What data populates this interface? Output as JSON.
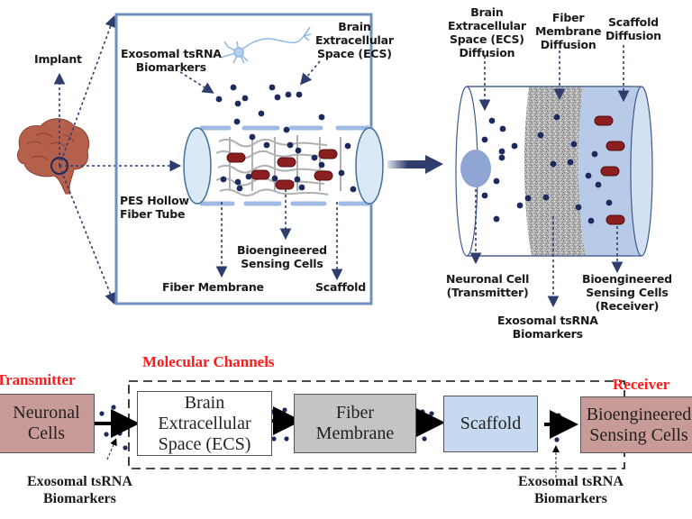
{
  "top_left_panel": {
    "implant_label": "Implant",
    "exosomal_label_line1": "Exosomal tsRNA",
    "exosomal_label_line2": "Biomarkers",
    "ecs_label_line1": "Brain",
    "ecs_label_line2": "Extracellular",
    "ecs_label_line3": "Space (ECS)",
    "pes_label_line1": "PES Hollow",
    "pes_label_line2": "Fiber Tube",
    "sensing_label_line1": "Bioengineered",
    "sensing_label_line2": "Sensing Cells",
    "fiber_membrane_label": "Fiber Membrane",
    "scaffold_label": "Scaffold"
  },
  "top_right_panel": {
    "ecs_diffusion_line1": "Brain",
    "ecs_diffusion_line2": "Extracellular",
    "ecs_diffusion_line3": "Space (ECS)",
    "ecs_diffusion_line4": "Diffusion",
    "fiber_diffusion_line1": "Fiber",
    "fiber_diffusion_line2": "Membrane",
    "fiber_diffusion_line3": "Diffusion",
    "scaffold_diffusion_line1": "Scaffold",
    "scaffold_diffusion_line2": "Diffusion",
    "neuronal_cell_line1": "Neuronal Cell",
    "neuronal_cell_line2": "(Transmitter)",
    "exosomal_line1": "Exosomal tsRNA",
    "exosomal_line2": "Biomarkers",
    "receiver_line1": "Bioengineered",
    "receiver_line2": "Sensing Cells",
    "receiver_line3": "(Receiver)"
  },
  "block_diagram": {
    "transmitter_title": "Transmitter",
    "channels_title": "Molecular Channels",
    "receiver_title": "Receiver",
    "boxes": [
      {
        "line1": "Neuronal",
        "line2": "Cells",
        "line3": "",
        "color": "#c89a98"
      },
      {
        "line1": "Brain",
        "line2": "Extracellular",
        "line3": "Space (ECS)",
        "color": "#ffffff"
      },
      {
        "line1": "Fiber",
        "line2": "Membrane",
        "line3": "",
        "color": "#c4c4c4"
      },
      {
        "line1": "Scaffold",
        "line2": "",
        "line3": "",
        "color": "#c6d9f1"
      },
      {
        "line1": "Bioengineered",
        "line2": "Sensing Cells",
        "line3": "",
        "color": "#c89a98"
      }
    ],
    "left_biomarker_line1": "Exosomal tsRNA",
    "left_biomarker_line2": "Biomarkers",
    "right_biomarker_line1": "Exosomal tsRNA",
    "right_biomarker_line2": "Biomarkers"
  },
  "colors": {
    "accent_red": "#ff1a1a",
    "dot_navy": "#1c2a5e",
    "tube_blue": "#a8c4e6",
    "cell_red": "#8b1e1e"
  }
}
